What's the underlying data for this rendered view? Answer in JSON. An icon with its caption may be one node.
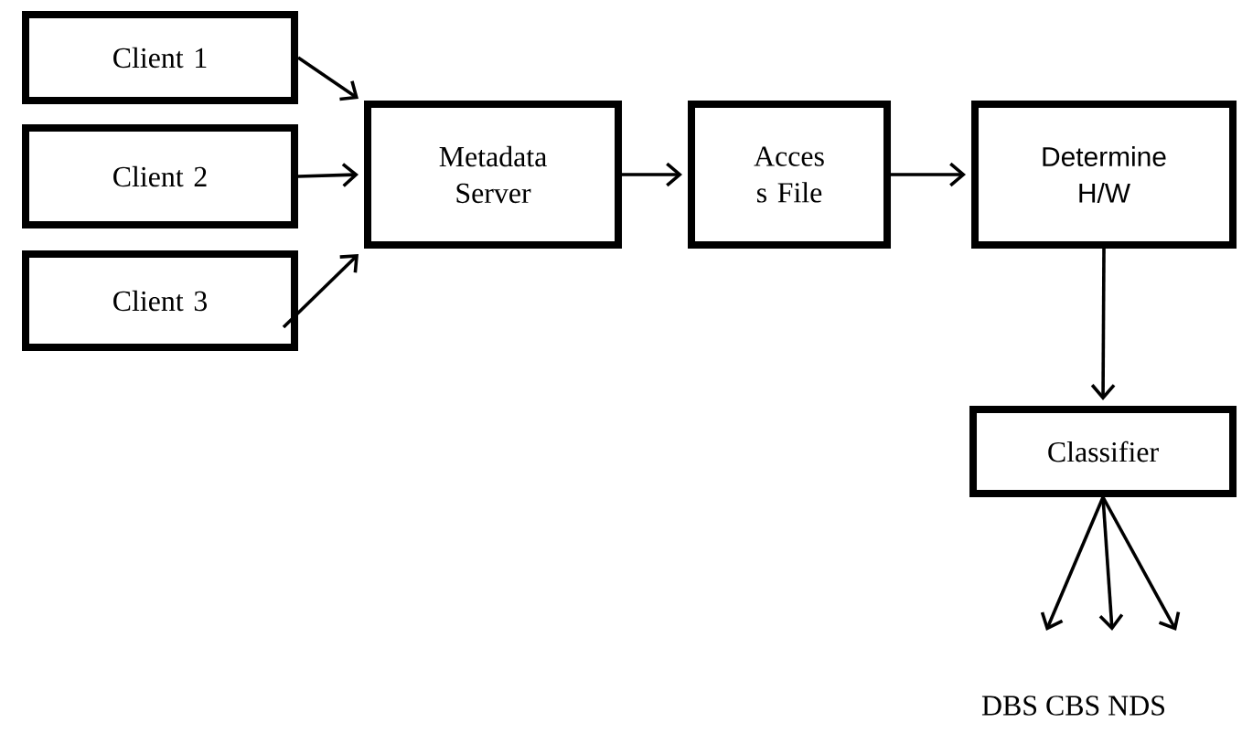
{
  "diagram": {
    "nodes": [
      {
        "text": [
          "Client 1"
        ]
      },
      {
        "text": [
          "Client 2"
        ]
      },
      {
        "text": [
          "Client 3"
        ]
      },
      {
        "text": [
          "Metadata Server"
        ]
      },
      {
        "text": [
          "Acces s File"
        ]
      },
      {
        "text": [
          "Determine H/W"
        ]
      },
      {
        "text": [
          "Classifier"
        ]
      }
    ],
    "edges": [
      {
        "from": 0,
        "to": 3,
        "arrow": "to"
      },
      {
        "from": 1,
        "to": 3,
        "arrow": "to"
      },
      {
        "from": 2,
        "to": 3,
        "arrow": "to"
      },
      {
        "from": 3,
        "to": 4,
        "arrow": "to"
      },
      {
        "from": 4,
        "to": 5,
        "arrow": "to"
      },
      {
        "from": 5,
        "to": 6,
        "arrow": "to"
      },
      {
        "from": 6,
        "to": null,
        "arrow": "to"
      },
      {
        "from": 6,
        "to": null,
        "arrow": "to"
      },
      {
        "from": 6,
        "to": null,
        "arrow": "to"
      }
    ],
    "labels": [
      "DBS CBS NDS"
    ]
  }
}
